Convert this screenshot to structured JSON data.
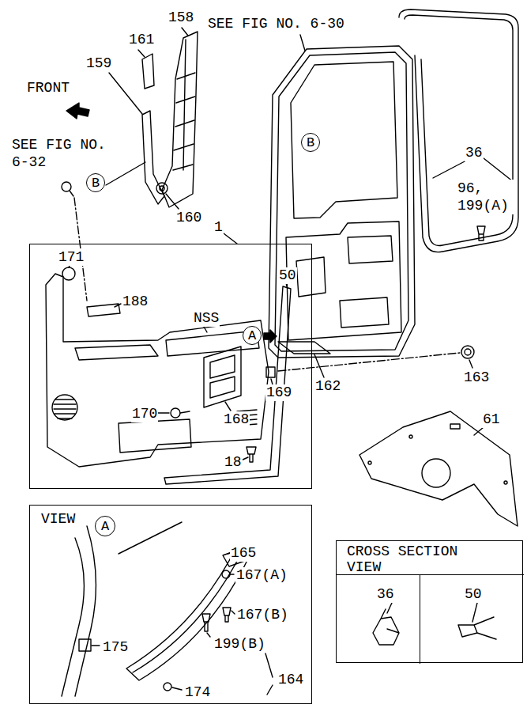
{
  "diagram": {
    "nodes": [
      {
        "text": [
          "171",
          "188",
          "NSS",
          "50",
          "18"
        ]
      },
      {
        "text": [
          "VIEW",
          "165",
          "167(A)",
          "167(B)",
          "199(B)",
          "175",
          "174",
          "164"
        ]
      },
      {
        "text": [
          "A"
        ],
        "in": 1
      },
      {
        "text": [
          "CROSS SECTION VIEW"
        ]
      },
      {
        "text": [
          "36"
        ],
        "in": 3
      },
      {
        "text": [
          "50"
        ],
        "in": 3
      },
      {
        "text": [
          "B"
        ]
      },
      {
        "text": [
          "B"
        ]
      },
      {
        "text": [
          "A"
        ]
      }
    ],
    "labels": [
      "158",
      "SEE FIG NO. 6-30",
      "161",
      "159",
      "FRONT",
      "SEE FIG NO. 6-32",
      "160",
      "1",
      "36",
      "96, 199(A)",
      "162",
      "163",
      "169",
      "168",
      "170",
      "61"
    ]
  }
}
